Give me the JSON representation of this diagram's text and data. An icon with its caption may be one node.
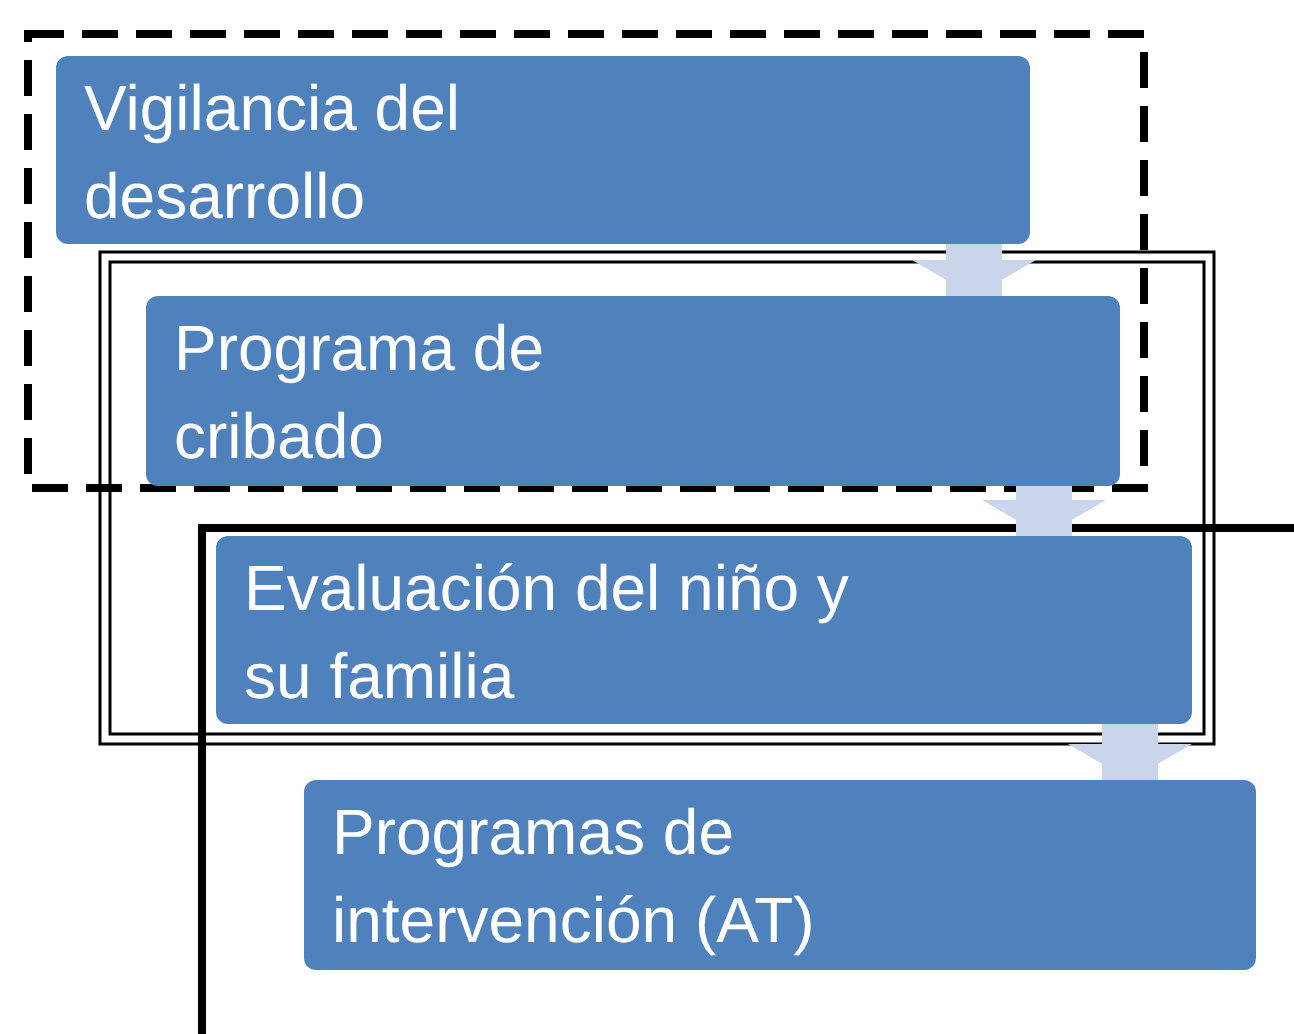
{
  "diagram": {
    "nodes": [
      {
        "text": [
          "Vigilancia del desarrollo"
        ]
      },
      {
        "text": [
          "Programa de cribado"
        ]
      },
      {
        "text": [
          "Evaluación del niño y su familia"
        ]
      },
      {
        "text": [
          "Programas de intervención (AT)"
        ]
      }
    ],
    "edges": [
      {
        "from": 0,
        "to": 1,
        "arrow": "to"
      },
      {
        "from": 1,
        "to": 2,
        "arrow": "to"
      },
      {
        "from": 2,
        "to": 3,
        "arrow": "to"
      }
    ]
  }
}
